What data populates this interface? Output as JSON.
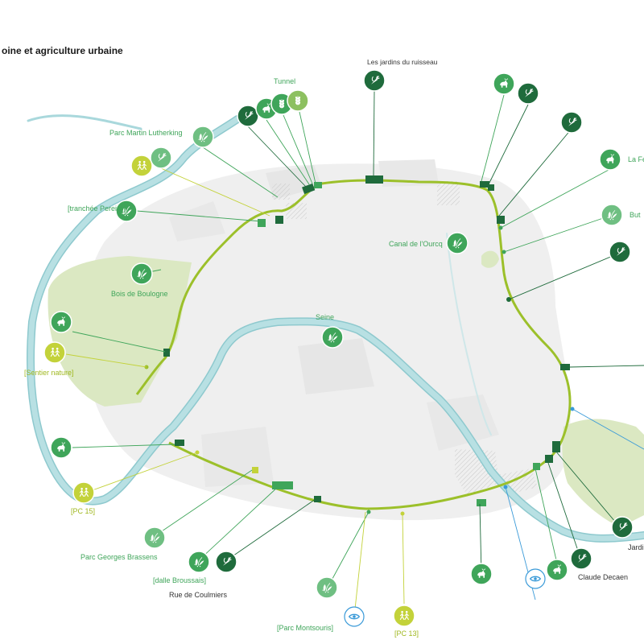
{
  "title": "oine et agriculture urbaine",
  "colors": {
    "river": "#a9d8dc",
    "river_edge": "#8ec9ce",
    "park": "#dbe8c2",
    "city": "#efefef",
    "line": "#9cc02a",
    "dark_green": "#1f6b3c",
    "mid_green": "#3fa55a",
    "lime": "#c3d23a",
    "eye_blue": "#3a9ad8"
  },
  "labels": {
    "jardins_ruisseau": "Les jardins du ruisseau",
    "tunnel": "Tunnel",
    "martin_lutherking": "Parc Martin Lutherking",
    "la_fe": "La Fe",
    "tranchee_pereire": "[tranchée Pereire]",
    "but": "But",
    "canal_ourcq": "Canal de l'Ourcq",
    "bois_boulogne": "Bois de Boulogne",
    "seine": "Seine",
    "sentier_nature": "[Sentier nature]",
    "pc15": "[PC 15]",
    "georges_brassens": "Parc Georges Brassens",
    "dalle_broussais": "[dalle Broussais]",
    "rue_coulmiers": "Rue de Coulmiers",
    "parc_montsouris": "[Parc Montsouris]",
    "pc13": "[PC 13]",
    "claude_decaen": "Claude Decaen",
    "jardin": "Jardin"
  },
  "icons": {
    "goat": "goat-icon",
    "carrot": "carrot-icon",
    "wheat": "wheat-icon",
    "hikers": "hikers-icon",
    "plant": "plant-icon",
    "eye": "eye-icon"
  }
}
